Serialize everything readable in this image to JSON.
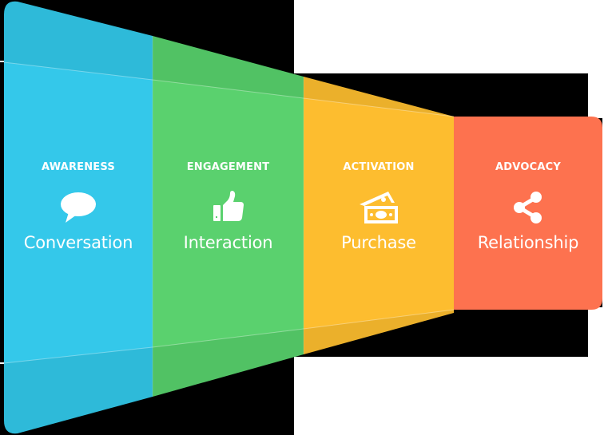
{
  "diagram": {
    "type": "funnel",
    "stages": [
      {
        "title": "AWARENESS",
        "icon": "speech-bubble-icon",
        "label": "Conversation",
        "color": "#34C8EA",
        "shade": "#2EBAD9"
      },
      {
        "title": "ENGAGEMENT",
        "icon": "thumbs-up-icon",
        "label": "Interaction",
        "color": "#5AD16E",
        "shade": "#51C264"
      },
      {
        "title": "ACTIVATION",
        "icon": "money-icon",
        "label": "Purchase",
        "color": "#FDBD2F",
        "shade": "#EBB02B"
      },
      {
        "title": "ADVOCACY",
        "icon": "share-icon",
        "label": "Relationship",
        "color": "#FD724F",
        "shade": "#FD724F"
      }
    ]
  }
}
